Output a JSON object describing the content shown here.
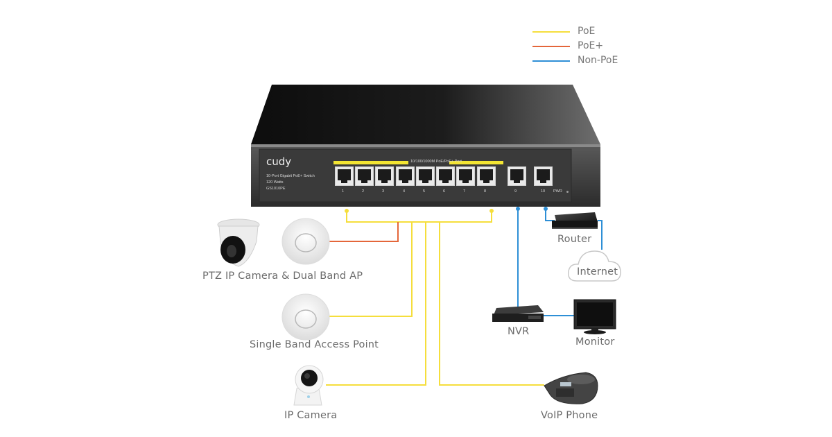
{
  "legend": [
    {
      "label": "PoE",
      "color": "#f5de3c"
    },
    {
      "label": "PoE+",
      "color": "#e4663a"
    },
    {
      "label": "Non-PoE",
      "color": "#2e8fd6"
    }
  ],
  "switch": {
    "brand": "cudy",
    "model_line": "10-Port Gigabit PoE+ Switch",
    "power": "120 Watts",
    "model": "GS1010PE",
    "port_header": "10/100/1000M PoE/PoE+ Port",
    "ports": [
      "1",
      "2",
      "3",
      "4",
      "5",
      "6",
      "7",
      "8",
      "9",
      "10"
    ],
    "pwr_label": "PWR",
    "poe_strip_color": "#f3e532"
  },
  "devices": {
    "ptz_camera_ap": "PTZ IP Camera & Dual Band AP",
    "single_band_ap": "Single Band Access Point",
    "ip_camera": "IP Camera",
    "router": "Router",
    "internet": "Internet",
    "nvr": "NVR",
    "monitor": "Monitor",
    "voip_phone": "VoIP Phone"
  },
  "connections": [
    {
      "from": "PTZ IP Camera & Dual Band AP",
      "to": "switch",
      "type": "PoE+"
    },
    {
      "from": "Single Band Access Point",
      "to": "switch",
      "type": "PoE"
    },
    {
      "from": "IP Camera",
      "to": "switch",
      "type": "PoE"
    },
    {
      "from": "VoIP Phone",
      "to": "switch",
      "type": "PoE"
    },
    {
      "from": "NVR",
      "to": "switch port 9",
      "type": "Non-PoE"
    },
    {
      "from": "Router",
      "to": "switch port 10",
      "type": "Non-PoE"
    },
    {
      "from": "Router",
      "to": "Internet",
      "type": "Non-PoE"
    },
    {
      "from": "NVR",
      "to": "Monitor",
      "type": "Non-PoE"
    }
  ]
}
